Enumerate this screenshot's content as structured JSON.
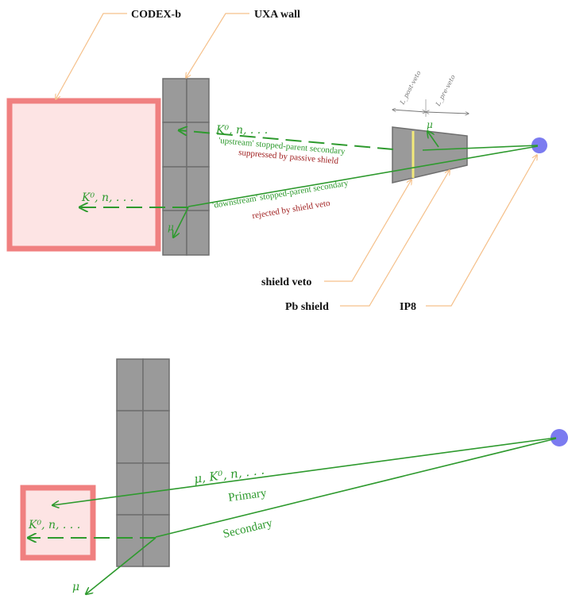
{
  "top": {
    "codex_label": "CODEX-b",
    "uxa_label": "UXA wall",
    "l_post_veto": "L_post-veto",
    "l_pre_veto": "L_pre-veto",
    "mu_shield": "μ",
    "upstream_particles": "K⁰, n, . . .",
    "upstream_line1": "'upstream' stopped-parent secondary",
    "upstream_line2": "suppressed by passive shield",
    "downstream_particles": "K⁰, n, . . .",
    "downstream_line1": "'downstream' stopped-parent secondary",
    "downstream_line2": "rejected by shield veto",
    "mu_wall": "μ",
    "shield_veto_label": "shield veto",
    "pb_shield_label": "Pb shield",
    "ip8_label": "IP8"
  },
  "bottom": {
    "primary_particles": "μ, K⁰, n, . . .",
    "primary_label": "Primary",
    "secondary_label": "Secondary",
    "codex_particles": "K⁰, n, . . .",
    "mu_label": "μ"
  },
  "colors": {
    "codex_border": "#f08080",
    "codex_fill": "#fde4e4",
    "wall_fill": "#9a9a9a",
    "wall_stroke": "#6e6e6e",
    "track_green": "#2e9a2e",
    "note_red": "#a02020",
    "ip_dot": "#7b7bf0",
    "leader": "#f5c08a",
    "veto_yellow": "#f3e97a"
  }
}
